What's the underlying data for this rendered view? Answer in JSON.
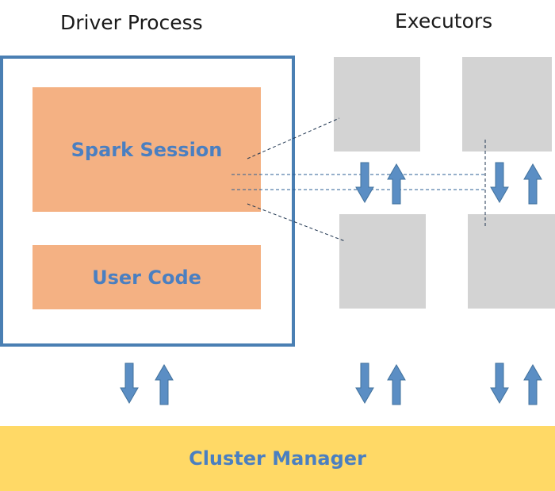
{
  "headings": {
    "driver_process": "Driver Process",
    "executors": "Executors"
  },
  "driver": {
    "spark_session": "Spark Session",
    "user_code": "User Code"
  },
  "cluster_manager": "Cluster Manager",
  "colors": {
    "driver_border": "#4a7fb3",
    "driver_component_fill": "#f4b183",
    "executor_fill": "#d3d3d3",
    "cluster_manager_fill": "#ffd966",
    "label_text": "#4a7fc1",
    "arrow_fill": "#5b8ec4",
    "arrow_stroke": "#41719c"
  },
  "icons": {
    "exchange_arrows": "down-up-arrow-pair-icon",
    "connection_lines": "dashed-line"
  }
}
